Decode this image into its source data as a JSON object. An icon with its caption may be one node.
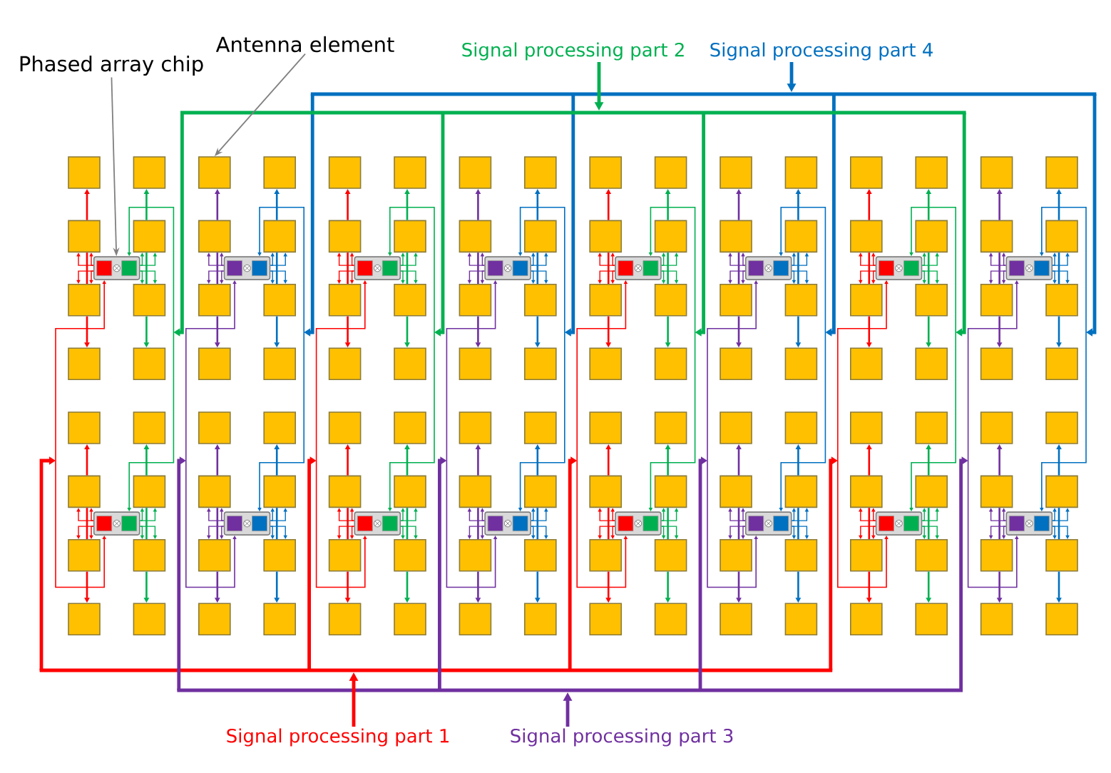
{
  "diagram": {
    "nodes": [
      {
        "text": [
          "Phased array chip"
        ]
      },
      {
        "text": [
          "Antenna element"
        ]
      },
      {
        "text": [
          "Signal processing part 2"
        ]
      },
      {
        "text": [
          "Signal processing part 4"
        ]
      },
      {
        "text": [],
        "shape": "box"
      },
      {
        "text": [],
        "shape": "box"
      },
      {
        "text": [],
        "shape": "box"
      },
      {
        "text": [],
        "shape": "box"
      },
      {
        "text": [],
        "shape": "box"
      },
      {
        "text": [],
        "shape": "box"
      },
      {
        "text": [],
        "shape": "box"
      },
      {
        "text": [],
        "shape": "box"
      },
      {
        "text": [],
        "shape": "box"
      },
      {
        "text": [],
        "shape": "box"
      },
      {
        "text": [],
        "shape": "box"
      },
      {
        "text": [],
        "shape": "box"
      },
      {
        "text": [],
        "shape": "box"
      },
      {
        "text": [],
        "shape": "box"
      },
      {
        "text": [],
        "shape": "box"
      },
      {
        "text": [],
        "shape": "box"
      },
      {
        "text": [],
        "shape": "box"
      },
      {
        "text": [],
        "shape": "box"
      },
      {
        "text": [],
        "shape": "box"
      },
      {
        "text": [],
        "shape": "box"
      },
      {
        "text": [],
        "shape": "box"
      },
      {
        "text": [],
        "shape": "box"
      },
      {
        "text": [],
        "shape": "box"
      },
      {
        "text": [],
        "shape": "box"
      },
      {
        "text": [],
        "shape": "box"
      },
      {
        "text": [],
        "shape": "box"
      },
      {
        "text": [],
        "shape": "box"
      },
      {
        "text": [],
        "shape": "box"
      },
      {
        "text": [],
        "shape": "box"
      },
      {
        "text": [],
        "shape": "box"
      },
      {
        "text": [],
        "shape": "box"
      },
      {
        "text": [],
        "shape": "box"
      },
      {
        "text": [],
        "shape": "box"
      },
      {
        "text": [],
        "shape": "box"
      },
      {
        "text": [],
        "shape": "box"
      },
      {
        "text": [],
        "shape": "box"
      },
      {
        "text": [],
        "shape": "box"
      },
      {
        "text": [],
        "shape": "box"
      },
      {
        "text": [],
        "shape": "box"
      },
      {
        "text": [],
        "shape": "box"
      },
      {
        "text": [],
        "shape": "box"
      },
      {
        "text": [],
        "shape": "box"
      },
      {
        "text": [],
        "shape": "box"
      },
      {
        "text": [],
        "shape": "box"
      },
      {
        "text": [],
        "shape": "box"
      },
      {
        "text": [],
        "shape": "box"
      },
      {
        "text": [],
        "shape": "box"
      },
      {
        "text": [],
        "shape": "box"
      },
      {
        "text": [],
        "shape": "box"
      },
      {
        "text": [],
        "shape": "box"
      },
      {
        "text": [],
        "shape": "box"
      },
      {
        "text": [],
        "shape": "box"
      },
      {
        "text": [],
        "shape": "box"
      },
      {
        "text": [],
        "shape": "box"
      },
      {
        "text": [],
        "shape": "box"
      },
      {
        "text": [],
        "shape": "box"
      },
      {
        "text": [],
        "shape": "box"
      },
      {
        "text": [],
        "shape": "box"
      },
      {
        "text": [],
        "shape": "box"
      },
      {
        "text": [],
        "shape": "box"
      },
      {
        "text": [],
        "shape": "box"
      },
      {
        "text": [],
        "shape": "box"
      },
      {
        "text": [],
        "shape": "box"
      },
      {
        "text": [],
        "shape": "box"
      },
      {
        "text": [],
        "shape": "box"
      },
      {
        "text": [],
        "shape": "box"
      },
      {
        "text": [],
        "shape": "box"
      },
      {
        "text": [],
        "shape": "box"
      },
      {
        "text": [],
        "shape": "box"
      },
      {
        "text": [],
        "shape": "box"
      },
      {
        "text": [],
        "shape": "box"
      },
      {
        "text": [],
        "shape": "box"
      },
      {
        "text": [],
        "shape": "box"
      },
      {
        "text": [],
        "shape": "box"
      },
      {
        "text": [],
        "shape": "box"
      },
      {
        "text": [],
        "shape": "box"
      },
      {
        "text": [],
        "shape": "box"
      },
      {
        "text": [],
        "shape": "box"
      },
      {
        "text": [],
        "shape": "box"
      },
      {
        "text": [],
        "shape": "box"
      },
      {
        "text": [],
        "shape": "box"
      },
      {
        "text": [],
        "shape": "box"
      },
      {
        "text": [],
        "shape": "box"
      },
      {
        "text": [],
        "shape": "box"
      },
      {
        "text": [],
        "shape": "box"
      },
      {
        "text": [],
        "shape": "box"
      },
      {
        "text": [],
        "shape": "box"
      },
      {
        "text": [],
        "shape": "box"
      },
      {
        "text": [],
        "shape": "box"
      },
      {
        "text": [],
        "shape": "box"
      },
      {
        "text": [],
        "shape": "box"
      },
      {
        "text": [],
        "shape": "box"
      },
      {
        "text": [],
        "shape": "box"
      },
      {
        "text": [],
        "shape": "box"
      },
      {
        "text": [],
        "shape": "box"
      },
      {
        "text": [],
        "shape": "box"
      },
      {
        "text": [],
        "shape": "box"
      },
      {
        "text": [],
        "shape": "box"
      },
      {
        "text": [],
        "shape": "box"
      },
      {
        "text": [],
        "shape": "box"
      },
      {
        "text": [],
        "shape": "box"
      },
      {
        "text": [],
        "shape": "box"
      },
      {
        "text": [],
        "shape": "box"
      },
      {
        "text": [],
        "shape": "box"
      },
      {
        "text": [],
        "shape": "box"
      },
      {
        "text": [],
        "shape": "box"
      },
      {
        "text": [],
        "shape": "box"
      },
      {
        "text": [],
        "shape": "box"
      },
      {
        "text": [],
        "shape": "box"
      },
      {
        "text": [],
        "shape": "box"
      },
      {
        "text": [],
        "shape": "box"
      },
      {
        "text": [],
        "shape": "box"
      },
      {
        "text": [],
        "shape": "box"
      },
      {
        "text": [],
        "shape": "box"
      },
      {
        "text": [],
        "shape": "box"
      },
      {
        "text": [],
        "shape": "box"
      },
      {
        "text": [],
        "shape": "box"
      },
      {
        "text": [],
        "shape": "box"
      },
      {
        "text": [],
        "shape": "box"
      },
      {
        "text": [],
        "shape": "box"
      },
      {
        "text": [],
        "shape": "box"
      },
      {
        "text": [],
        "shape": "box"
      },
      {
        "text": [],
        "shape": "box"
      },
      {
        "text": [],
        "shape": "box"
      },
      {
        "text": [],
        "shape": "box"
      },
      {
        "text": [],
        "shape": "box"
      },
      {
        "text": [],
        "shape": "box"
      },
      {
        "text": [],
        "shape": "box"
      },
      {
        "text": [],
        "shape": "box"
      },
      {
        "text": [],
        "shape": "box"
      },
      {
        "text": [],
        "shape": "box"
      },
      {
        "text": [],
        "shape": "box"
      },
      {
        "text": [],
        "shape": "box"
      },
      {
        "text": [],
        "shape": "box"
      },
      {
        "text": [],
        "shape": "box"
      },
      {
        "text": [],
        "shape": "box"
      },
      {
        "text": [],
        "shape": "box"
      },
      {
        "text": [],
        "shape": "box"
      },
      {
        "text": [],
        "shape": "box"
      },
      {
        "text": [],
        "shape": "box"
      },
      {
        "text": [],
        "shape": "box"
      },
      {
        "text": [],
        "shape": "box"
      },
      {
        "text": [],
        "shape": "box"
      },
      {
        "text": [],
        "shape": "box"
      },
      {
        "text": [
          "Signal processing part 1"
        ]
      },
      {
        "text": [
          "Signal processing part 3"
        ]
      }
    ],
    "edges": [
      {
        "from": 0,
        "to": 132,
        "arrow": "to",
        "color": "#808080"
      },
      {
        "from": 1,
        "to": 6,
        "arrow": "to",
        "color": "#808080"
      },
      {
        "from": 2,
        "to": null,
        "arrow": "to",
        "style": "thick",
        "color": "#00b050"
      },
      {
        "from": 3,
        "to": null,
        "arrow": "to",
        "style": "thick",
        "color": "#0070c0"
      },
      {
        "from": 148,
        "to": null,
        "arrow": "to",
        "style": "thick",
        "color": "#ff0000"
      },
      {
        "from": 149,
        "to": null,
        "arrow": "to",
        "style": "thick",
        "color": "#7030a0"
      },
      {
        "from": 20,
        "to": 4,
        "arrow": "to",
        "color": "#ff0000"
      },
      {
        "from": 20,
        "to": 36,
        "arrow": "none",
        "color": "#ff0000"
      },
      {
        "from": 36,
        "to": 52,
        "arrow": "to",
        "color": "#ff0000"
      },
      {
        "from": 21,
        "to": 5,
        "arrow": "to",
        "color": "#00b050"
      },
      {
        "from": 21,
        "to": 37,
        "arrow": "none",
        "color": "#00b050"
      },
      {
        "from": 37,
        "to": 53,
        "arrow": "to",
        "color": "#00b050"
      },
      {
        "from": 132,
        "to": 20,
        "arrow": "to",
        "color": "#ff0000"
      },
      {
        "from": 132,
        "to": 20,
        "arrow": "to",
        "color": "#ff0000"
      },
      {
        "from": 132,
        "to": 36,
        "arrow": "to",
        "color": "#ff0000"
      },
      {
        "from": 132,
        "to": 36,
        "arrow": "to",
        "color": "#ff0000"
      },
      {
        "from": 132,
        "to": 21,
        "arrow": "to",
        "color": "#00b050"
      },
      {
        "from": 132,
        "to": 21,
        "arrow": "to",
        "color": "#00b050"
      },
      {
        "from": 132,
        "to": 37,
        "arrow": "to",
        "color": "#00b050"
      },
      {
        "from": 132,
        "to": 37,
        "arrow": "to",
        "color": "#00b050"
      },
      {
        "from": 84,
        "to": 68,
        "arrow": "to",
        "color": "#ff0000"
      },
      {
        "from": 84,
        "to": 100,
        "arrow": "none",
        "color": "#ff0000"
      },
      {
        "from": 100,
        "to": 116,
        "arrow": "to",
        "color": "#ff0000"
      },
      {
        "from": 85,
        "to": 69,
        "arrow": "to",
        "color": "#00b050"
      },
      {
        "from": 85,
        "to": 101,
        "arrow": "none",
        "color": "#00b050"
      },
      {
        "from": 101,
        "to": 117,
        "arrow": "to",
        "color": "#00b050"
      },
      {
        "from": 140,
        "to": 84,
        "arrow": "to",
        "color": "#ff0000"
      },
      {
        "from": 140,
        "to": 84,
        "arrow": "to",
        "color": "#ff0000"
      },
      {
        "from": 140,
        "to": 100,
        "arrow": "to",
        "color": "#ff0000"
      },
      {
        "from": 140,
        "to": 100,
        "arrow": "to",
        "color": "#ff0000"
      },
      {
        "from": 140,
        "to": 85,
        "arrow": "to",
        "color": "#00b050"
      },
      {
        "from": 140,
        "to": 85,
        "arrow": "to",
        "color": "#00b050"
      },
      {
        "from": 140,
        "to": 101,
        "arrow": "to",
        "color": "#00b050"
      },
      {
        "from": 140,
        "to": 101,
        "arrow": "to",
        "color": "#00b050"
      },
      {
        "from": 22,
        "to": 6,
        "arrow": "to",
        "color": "#7030a0"
      },
      {
        "from": 22,
        "to": 38,
        "arrow": "none",
        "color": "#7030a0"
      },
      {
        "from": 38,
        "to": 54,
        "arrow": "to",
        "color": "#7030a0"
      },
      {
        "from": 23,
        "to": 7,
        "arrow": "to",
        "color": "#0070c0"
      },
      {
        "from": 23,
        "to": 39,
        "arrow": "none",
        "color": "#0070c0"
      },
      {
        "from": 39,
        "to": 55,
        "arrow": "to",
        "color": "#0070c0"
      },
      {
        "from": 133,
        "to": 22,
        "arrow": "to",
        "color": "#7030a0"
      },
      {
        "from": 133,
        "to": 22,
        "arrow": "to",
        "color": "#7030a0"
      },
      {
        "from": 133,
        "to": 38,
        "arrow": "to",
        "color": "#7030a0"
      },
      {
        "from": 133,
        "to": 38,
        "arrow": "to",
        "color": "#7030a0"
      },
      {
        "from": 133,
        "to": 23,
        "arrow": "to",
        "color": "#0070c0"
      },
      {
        "from": 133,
        "to": 23,
        "arrow": "to",
        "color": "#0070c0"
      },
      {
        "from": 133,
        "to": 39,
        "arrow": "to",
        "color": "#0070c0"
      },
      {
        "from": 133,
        "to": 39,
        "arrow": "to",
        "color": "#0070c0"
      },
      {
        "from": 86,
        "to": 70,
        "arrow": "to",
        "color": "#7030a0"
      },
      {
        "from": 86,
        "to": 102,
        "arrow": "none",
        "color": "#7030a0"
      },
      {
        "from": 102,
        "to": 118,
        "arrow": "to",
        "color": "#7030a0"
      },
      {
        "from": 87,
        "to": 71,
        "arrow": "to",
        "color": "#0070c0"
      },
      {
        "from": 87,
        "to": 103,
        "arrow": "none",
        "color": "#0070c0"
      },
      {
        "from": 103,
        "to": 119,
        "arrow": "to",
        "color": "#0070c0"
      },
      {
        "from": 141,
        "to": 86,
        "arrow": "to",
        "color": "#7030a0"
      },
      {
        "from": 141,
        "to": 86,
        "arrow": "to",
        "color": "#7030a0"
      },
      {
        "from": 141,
        "to": 102,
        "arrow": "to",
        "color": "#7030a0"
      },
      {
        "from": 141,
        "to": 102,
        "arrow": "to",
        "color": "#7030a0"
      },
      {
        "from": 141,
        "to": 87,
        "arrow": "to",
        "color": "#0070c0"
      },
      {
        "from": 141,
        "to": 87,
        "arrow": "to",
        "color": "#0070c0"
      },
      {
        "from": 141,
        "to": 103,
        "arrow": "to",
        "color": "#0070c0"
      },
      {
        "from": 141,
        "to": 103,
        "arrow": "to",
        "color": "#0070c0"
      },
      {
        "from": 24,
        "to": 8,
        "arrow": "to",
        "color": "#ff0000"
      },
      {
        "from": 24,
        "to": 40,
        "arrow": "none",
        "color": "#ff0000"
      },
      {
        "from": 40,
        "to": 56,
        "arrow": "to",
        "color": "#ff0000"
      },
      {
        "from": 25,
        "to": 9,
        "arrow": "to",
        "color": "#00b050"
      },
      {
        "from": 25,
        "to": 41,
        "arrow": "none",
        "color": "#00b050"
      },
      {
        "from": 41,
        "to": 57,
        "arrow": "to",
        "color": "#00b050"
      },
      {
        "from": 134,
        "to": 24,
        "arrow": "to",
        "color": "#ff0000"
      },
      {
        "from": 134,
        "to": 24,
        "arrow": "to",
        "color": "#ff0000"
      },
      {
        "from": 134,
        "to": 40,
        "arrow": "to",
        "color": "#ff0000"
      },
      {
        "from": 134,
        "to": 40,
        "arrow": "to",
        "color": "#ff0000"
      },
      {
        "from": 134,
        "to": 25,
        "arrow": "to",
        "color": "#00b050"
      },
      {
        "from": 134,
        "to": 25,
        "arrow": "to",
        "color": "#00b050"
      },
      {
        "from": 134,
        "to": 41,
        "arrow": "to",
        "color": "#00b050"
      },
      {
        "from": 134,
        "to": 41,
        "arrow": "to",
        "color": "#00b050"
      },
      {
        "from": 88,
        "to": 72,
        "arrow": "to",
        "color": "#ff0000"
      },
      {
        "from": 88,
        "to": 104,
        "arrow": "none",
        "color": "#ff0000"
      },
      {
        "from": 104,
        "to": 120,
        "arrow": "to",
        "color": "#ff0000"
      },
      {
        "from": 89,
        "to": 73,
        "arrow": "to",
        "color": "#00b050"
      },
      {
        "from": 89,
        "to": 105,
        "arrow": "none",
        "color": "#00b050"
      },
      {
        "from": 105,
        "to": 121,
        "arrow": "to",
        "color": "#00b050"
      },
      {
        "from": 142,
        "to": 88,
        "arrow": "to",
        "color": "#ff0000"
      },
      {
        "from": 142,
        "to": 88,
        "arrow": "to",
        "color": "#ff0000"
      },
      {
        "from": 142,
        "to": 104,
        "arrow": "to",
        "color": "#ff0000"
      },
      {
        "from": 142,
        "to": 104,
        "arrow": "to",
        "color": "#ff0000"
      },
      {
        "from": 142,
        "to": 89,
        "arrow": "to",
        "color": "#00b050"
      },
      {
        "from": 142,
        "to": 89,
        "arrow": "to",
        "color": "#00b050"
      },
      {
        "from": 142,
        "to": 105,
        "arrow": "to",
        "color": "#00b050"
      },
      {
        "from": 142,
        "to": 105,
        "arrow": "to",
        "color": "#00b050"
      },
      {
        "from": 26,
        "to": 10,
        "arrow": "to",
        "color": "#7030a0"
      },
      {
        "from": 26,
        "to": 42,
        "arrow": "none",
        "color": "#7030a0"
      },
      {
        "from": 42,
        "to": 58,
        "arrow": "to",
        "color": "#7030a0"
      },
      {
        "from": 27,
        "to": 11,
        "arrow": "to",
        "color": "#0070c0"
      },
      {
        "from": 27,
        "to": 43,
        "arrow": "none",
        "color": "#0070c0"
      },
      {
        "from": 43,
        "to": 59,
        "arrow": "to",
        "color": "#0070c0"
      },
      {
        "from": 135,
        "to": 26,
        "arrow": "to",
        "color": "#7030a0"
      },
      {
        "from": 135,
        "to": 26,
        "arrow": "to",
        "color": "#7030a0"
      },
      {
        "from": 135,
        "to": 42,
        "arrow": "to",
        "color": "#7030a0"
      },
      {
        "from": 135,
        "to": 42,
        "arrow": "to",
        "color": "#7030a0"
      },
      {
        "from": 135,
        "to": 27,
        "arrow": "to",
        "color": "#0070c0"
      },
      {
        "from": 135,
        "to": 27,
        "arrow": "to",
        "color": "#0070c0"
      },
      {
        "from": 135,
        "to": 43,
        "arrow": "to",
        "color": "#0070c0"
      },
      {
        "from": 135,
        "to": 43,
        "arrow": "to",
        "color": "#0070c0"
      },
      {
        "from": 90,
        "to": 74,
        "arrow": "to",
        "color": "#7030a0"
      },
      {
        "from": 90,
        "to": 106,
        "arrow": "none",
        "color": "#7030a0"
      },
      {
        "from": 106,
        "to": 122,
        "arrow": "to",
        "color": "#7030a0"
      },
      {
        "from": 91,
        "to": 75,
        "arrow": "to",
        "color": "#0070c0"
      },
      {
        "from": 91,
        "to": 107,
        "arrow": "none",
        "color": "#0070c0"
      },
      {
        "from": 107,
        "to": 123,
        "arrow": "to",
        "color": "#0070c0"
      },
      {
        "from": 143,
        "to": 90,
        "arrow": "to",
        "color": "#7030a0"
      },
      {
        "from": 143,
        "to": 90,
        "arrow": "to",
        "color": "#7030a0"
      },
      {
        "from": 143,
        "to": 106,
        "arrow": "to",
        "color": "#7030a0"
      },
      {
        "from": 143,
        "to": 106,
        "arrow": "to",
        "color": "#7030a0"
      },
      {
        "from": 143,
        "to": 91,
        "arrow": "to",
        "color": "#0070c0"
      },
      {
        "from": 143,
        "to": 91,
        "arrow": "to",
        "color": "#0070c0"
      },
      {
        "from": 143,
        "to": 107,
        "arrow": "to",
        "color": "#0070c0"
      },
      {
        "from": 143,
        "to": 107,
        "arrow": "to",
        "color": "#0070c0"
      },
      {
        "from": 28,
        "to": 12,
        "arrow": "to",
        "color": "#ff0000"
      },
      {
        "from": 28,
        "to": 44,
        "arrow": "none",
        "color": "#ff0000"
      },
      {
        "from": 44,
        "to": 60,
        "arrow": "to",
        "color": "#ff0000"
      },
      {
        "from": 29,
        "to": 13,
        "arrow": "to",
        "color": "#00b050"
      },
      {
        "from": 29,
        "to": 45,
        "arrow": "none",
        "color": "#00b050"
      },
      {
        "from": 45,
        "to": 61,
        "arrow": "to",
        "color": "#00b050"
      },
      {
        "from": 136,
        "to": 28,
        "arrow": "to",
        "color": "#ff0000"
      },
      {
        "from": 136,
        "to": 28,
        "arrow": "to",
        "color": "#ff0000"
      },
      {
        "from": 136,
        "to": 44,
        "arrow": "to",
        "color": "#ff0000"
      },
      {
        "from": 136,
        "to": 44,
        "arrow": "to",
        "color": "#ff0000"
      },
      {
        "from": 136,
        "to": 29,
        "arrow": "to",
        "color": "#00b050"
      },
      {
        "from": 136,
        "to": 29,
        "arrow": "to",
        "color": "#00b050"
      },
      {
        "from": 136,
        "to": 45,
        "arrow": "to",
        "color": "#00b050"
      },
      {
        "from": 136,
        "to": 45,
        "arrow": "to",
        "color": "#00b050"
      },
      {
        "from": 92,
        "to": 76,
        "arrow": "to",
        "color": "#ff0000"
      },
      {
        "from": 92,
        "to": 108,
        "arrow": "none",
        "color": "#ff0000"
      },
      {
        "from": 108,
        "to": 124,
        "arrow": "to",
        "color": "#ff0000"
      },
      {
        "from": 93,
        "to": 77,
        "arrow": "to",
        "color": "#00b050"
      },
      {
        "from": 93,
        "to": 109,
        "arrow": "none",
        "color": "#00b050"
      },
      {
        "from": 109,
        "to": 125,
        "arrow": "to",
        "color": "#00b050"
      },
      {
        "from": 144,
        "to": 92,
        "arrow": "to",
        "color": "#ff0000"
      },
      {
        "from": 144,
        "to": 92,
        "arrow": "to",
        "color": "#ff0000"
      },
      {
        "from": 144,
        "to": 108,
        "arrow": "to",
        "color": "#ff0000"
      },
      {
        "from": 144,
        "to": 108,
        "arrow": "to",
        "color": "#ff0000"
      },
      {
        "from": 144,
        "to": 93,
        "arrow": "to",
        "color": "#00b050"
      },
      {
        "from": 144,
        "to": 93,
        "arrow": "to",
        "color": "#00b050"
      },
      {
        "from": 144,
        "to": 109,
        "arrow": "to",
        "color": "#00b050"
      },
      {
        "from": 144,
        "to": 109,
        "arrow": "to",
        "color": "#00b050"
      },
      {
        "from": 30,
        "to": 14,
        "arrow": "to",
        "color": "#7030a0"
      },
      {
        "from": 30,
        "to": 46,
        "arrow": "none",
        "color": "#7030a0"
      },
      {
        "from": 46,
        "to": 62,
        "arrow": "to",
        "color": "#7030a0"
      },
      {
        "from": 31,
        "to": 15,
        "arrow": "to",
        "color": "#0070c0"
      },
      {
        "from": 31,
        "to": 47,
        "arrow": "none",
        "color": "#0070c0"
      },
      {
        "from": 47,
        "to": 63,
        "arrow": "to",
        "color": "#0070c0"
      },
      {
        "from": 137,
        "to": 30,
        "arrow": "to",
        "color": "#7030a0"
      },
      {
        "from": 137,
        "to": 30,
        "arrow": "to",
        "color": "#7030a0"
      },
      {
        "from": 137,
        "to": 46,
        "arrow": "to",
        "color": "#7030a0"
      },
      {
        "from": 137,
        "to": 46,
        "arrow": "to",
        "color": "#7030a0"
      },
      {
        "from": 137,
        "to": 31,
        "arrow": "to",
        "color": "#0070c0"
      },
      {
        "from": 137,
        "to": 31,
        "arrow": "to",
        "color": "#0070c0"
      },
      {
        "from": 137,
        "to": 47,
        "arrow": "to",
        "color": "#0070c0"
      },
      {
        "from": 137,
        "to": 47,
        "arrow": "to",
        "color": "#0070c0"
      },
      {
        "from": 94,
        "to": 78,
        "arrow": "to",
        "color": "#7030a0"
      },
      {
        "from": 94,
        "to": 110,
        "arrow": "none",
        "color": "#7030a0"
      },
      {
        "from": 110,
        "to": 126,
        "arrow": "to",
        "color": "#7030a0"
      },
      {
        "from": 95,
        "to": 79,
        "arrow": "to",
        "color": "#0070c0"
      },
      {
        "from": 95,
        "to": 111,
        "arrow": "none",
        "color": "#0070c0"
      },
      {
        "from": 111,
        "to": 127,
        "arrow": "to",
        "color": "#0070c0"
      },
      {
        "from": 145,
        "to": 94,
        "arrow": "to",
        "color": "#7030a0"
      },
      {
        "from": 145,
        "to": 94,
        "arrow": "to",
        "color": "#7030a0"
      },
      {
        "from": 145,
        "to": 110,
        "arrow": "to",
        "color": "#7030a0"
      },
      {
        "from": 145,
        "to": 110,
        "arrow": "to",
        "color": "#7030a0"
      },
      {
        "from": 145,
        "to": 95,
        "arrow": "to",
        "color": "#0070c0"
      },
      {
        "from": 145,
        "to": 95,
        "arrow": "to",
        "color": "#0070c0"
      },
      {
        "from": 145,
        "to": 111,
        "arrow": "to",
        "color": "#0070c0"
      },
      {
        "from": 145,
        "to": 111,
        "arrow": "to",
        "color": "#0070c0"
      },
      {
        "from": 32,
        "to": 16,
        "arrow": "to",
        "color": "#ff0000"
      },
      {
        "from": 32,
        "to": 48,
        "arrow": "none",
        "color": "#ff0000"
      },
      {
        "from": 48,
        "to": 64,
        "arrow": "to",
        "color": "#ff0000"
      },
      {
        "from": 33,
        "to": 17,
        "arrow": "to",
        "color": "#00b050"
      },
      {
        "from": 33,
        "to": 49,
        "arrow": "none",
        "color": "#00b050"
      },
      {
        "from": 49,
        "to": 65,
        "arrow": "to",
        "color": "#00b050"
      },
      {
        "from": 138,
        "to": 32,
        "arrow": "to",
        "color": "#ff0000"
      },
      {
        "from": 138,
        "to": 32,
        "arrow": "to",
        "color": "#ff0000"
      },
      {
        "from": 138,
        "to": 48,
        "arrow": "to",
        "color": "#ff0000"
      },
      {
        "from": 138,
        "to": 48,
        "arrow": "to",
        "color": "#ff0000"
      },
      {
        "from": 138,
        "to": 33,
        "arrow": "to",
        "color": "#00b050"
      },
      {
        "from": 138,
        "to": 33,
        "arrow": "to",
        "color": "#00b050"
      },
      {
        "from": 138,
        "to": 49,
        "arrow": "to",
        "color": "#00b050"
      },
      {
        "from": 138,
        "to": 49,
        "arrow": "to",
        "color": "#00b050"
      },
      {
        "from": 96,
        "to": 80,
        "arrow": "to",
        "color": "#ff0000"
      },
      {
        "from": 96,
        "to": 112,
        "arrow": "none",
        "color": "#ff0000"
      },
      {
        "from": 112,
        "to": 128,
        "arrow": "to",
        "color": "#ff0000"
      },
      {
        "from": 97,
        "to": 81,
        "arrow": "to",
        "color": "#00b050"
      },
      {
        "from": 97,
        "to": 113,
        "arrow": "none",
        "color": "#00b050"
      },
      {
        "from": 113,
        "to": 129,
        "arrow": "to",
        "color": "#00b050"
      },
      {
        "from": 146,
        "to": 96,
        "arrow": "to",
        "color": "#ff0000"
      },
      {
        "from": 146,
        "to": 96,
        "arrow": "to",
        "color": "#ff0000"
      },
      {
        "from": 146,
        "to": 112,
        "arrow": "to",
        "color": "#ff0000"
      },
      {
        "from": 146,
        "to": 112,
        "arrow": "to",
        "color": "#ff0000"
      },
      {
        "from": 146,
        "to": 97,
        "arrow": "to",
        "color": "#00b050"
      },
      {
        "from": 146,
        "to": 97,
        "arrow": "to",
        "color": "#00b050"
      },
      {
        "from": 146,
        "to": 113,
        "arrow": "to",
        "color": "#00b050"
      },
      {
        "from": 146,
        "to": 113,
        "arrow": "to",
        "color": "#00b050"
      },
      {
        "from": 34,
        "to": 18,
        "arrow": "to",
        "color": "#7030a0"
      },
      {
        "from": 34,
        "to": 50,
        "arrow": "none",
        "color": "#7030a0"
      },
      {
        "from": 50,
        "to": 66,
        "arrow": "to",
        "color": "#7030a0"
      },
      {
        "from": 35,
        "to": 19,
        "arrow": "to",
        "color": "#0070c0"
      },
      {
        "from": 35,
        "to": 51,
        "arrow": "none",
        "color": "#0070c0"
      },
      {
        "from": 51,
        "to": 67,
        "arrow": "to",
        "color": "#0070c0"
      },
      {
        "from": 139,
        "to": 34,
        "arrow": "to",
        "color": "#7030a0"
      },
      {
        "from": 139,
        "to": 34,
        "arrow": "to",
        "color": "#7030a0"
      },
      {
        "from": 139,
        "to": 50,
        "arrow": "to",
        "color": "#7030a0"
      },
      {
        "from": 139,
        "to": 50,
        "arrow": "to",
        "color": "#7030a0"
      },
      {
        "from": 139,
        "to": 35,
        "arrow": "to",
        "color": "#0070c0"
      },
      {
        "from": 139,
        "to": 35,
        "arrow": "to",
        "color": "#0070c0"
      },
      {
        "from": 139,
        "to": 51,
        "arrow": "to",
        "color": "#0070c0"
      },
      {
        "from": 139,
        "to": 51,
        "arrow": "to",
        "color": "#0070c0"
      },
      {
        "from": 98,
        "to": 82,
        "arrow": "to",
        "color": "#7030a0"
      },
      {
        "from": 98,
        "to": 114,
        "arrow": "none",
        "color": "#7030a0"
      },
      {
        "from": 114,
        "to": 130,
        "arrow": "to",
        "color": "#7030a0"
      },
      {
        "from": 99,
        "to": 83,
        "arrow": "to",
        "color": "#0070c0"
      },
      {
        "from": 99,
        "to": 115,
        "arrow": "none",
        "color": "#0070c0"
      },
      {
        "from": 115,
        "to": 131,
        "arrow": "to",
        "color": "#0070c0"
      },
      {
        "from": 147,
        "to": 98,
        "arrow": "to",
        "color": "#7030a0"
      },
      {
        "from": 147,
        "to": 98,
        "arrow": "to",
        "color": "#7030a0"
      },
      {
        "from": 147,
        "to": 114,
        "arrow": "to",
        "color": "#7030a0"
      },
      {
        "from": 147,
        "to": 114,
        "arrow": "to",
        "color": "#7030a0"
      },
      {
        "from": 147,
        "to": 99,
        "arrow": "to",
        "color": "#0070c0"
      },
      {
        "from": 147,
        "to": 99,
        "arrow": "to",
        "color": "#0070c0"
      },
      {
        "from": 147,
        "to": 115,
        "arrow": "to",
        "color": "#0070c0"
      },
      {
        "from": 147,
        "to": 115,
        "arrow": "to",
        "color": "#0070c0"
      },
      {
        "from": 132,
        "to": 140,
        "arrow": "both",
        "color": "#ff0000"
      },
      {
        "from": 132,
        "to": 140,
        "arrow": "both",
        "color": "#00b050"
      },
      {
        "from": 133,
        "to": 141,
        "arrow": "both",
        "color": "#7030a0"
      },
      {
        "from": 133,
        "to": 141,
        "arrow": "both",
        "color": "#0070c0"
      },
      {
        "from": 134,
        "to": 142,
        "arrow": "both",
        "color": "#ff0000"
      },
      {
        "from": 134,
        "to": 142,
        "arrow": "both",
        "color": "#00b050"
      },
      {
        "from": 135,
        "to": 143,
        "arrow": "both",
        "color": "#7030a0"
      },
      {
        "from": 135,
        "to": 143,
        "arrow": "both",
        "color": "#0070c0"
      },
      {
        "from": 136,
        "to": 144,
        "arrow": "both",
        "color": "#ff0000"
      },
      {
        "from": 136,
        "to": 144,
        "arrow": "both",
        "color": "#00b050"
      },
      {
        "from": 137,
        "to": 145,
        "arrow": "both",
        "color": "#7030a0"
      },
      {
        "from": 137,
        "to": 145,
        "arrow": "both",
        "color": "#0070c0"
      },
      {
        "from": 138,
        "to": 146,
        "arrow": "both",
        "color": "#ff0000"
      },
      {
        "from": 138,
        "to": 146,
        "arrow": "both",
        "color": "#00b050"
      },
      {
        "from": 139,
        "to": 147,
        "arrow": "both",
        "color": "#7030a0"
      },
      {
        "from": 139,
        "to": 147,
        "arrow": "both",
        "color": "#0070c0"
      }
    ]
  }
}
